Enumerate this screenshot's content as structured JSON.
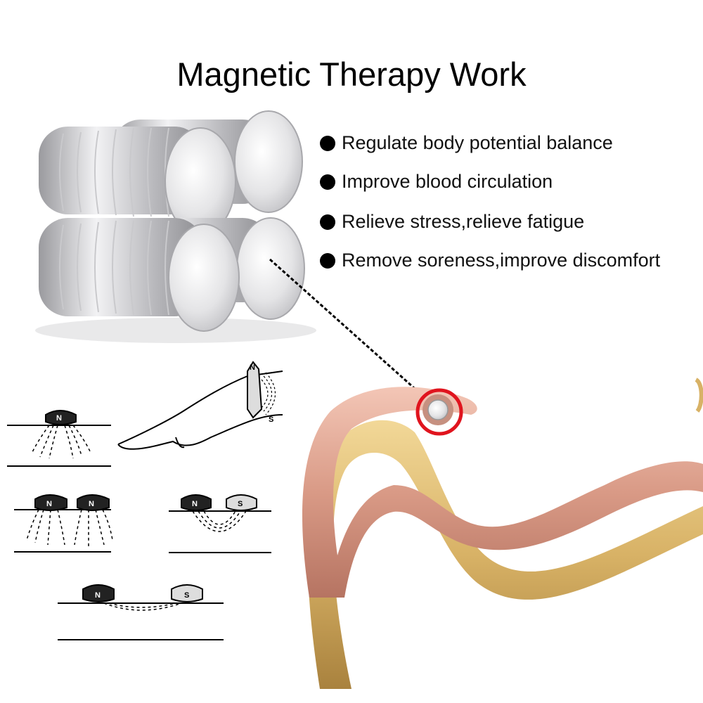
{
  "title": "Magnetic Therapy Work",
  "benefits": [
    {
      "text": "Regulate body potential balance"
    },
    {
      "text": "Improve blood circulation"
    },
    {
      "text": "Relieve stress,relieve fatigue"
    },
    {
      "text": "Remove soreness,improve discomfort"
    }
  ],
  "diagram_labels": {
    "north": "N",
    "south": "S"
  },
  "icons": {
    "bullet": "bullet-dot-icon",
    "highlight": "red-circle-icon"
  },
  "colors": {
    "highlight": "#e0141e",
    "rose_gold": "#d99a86",
    "gold": "#d8b266",
    "silver": "#d6d6d8"
  }
}
